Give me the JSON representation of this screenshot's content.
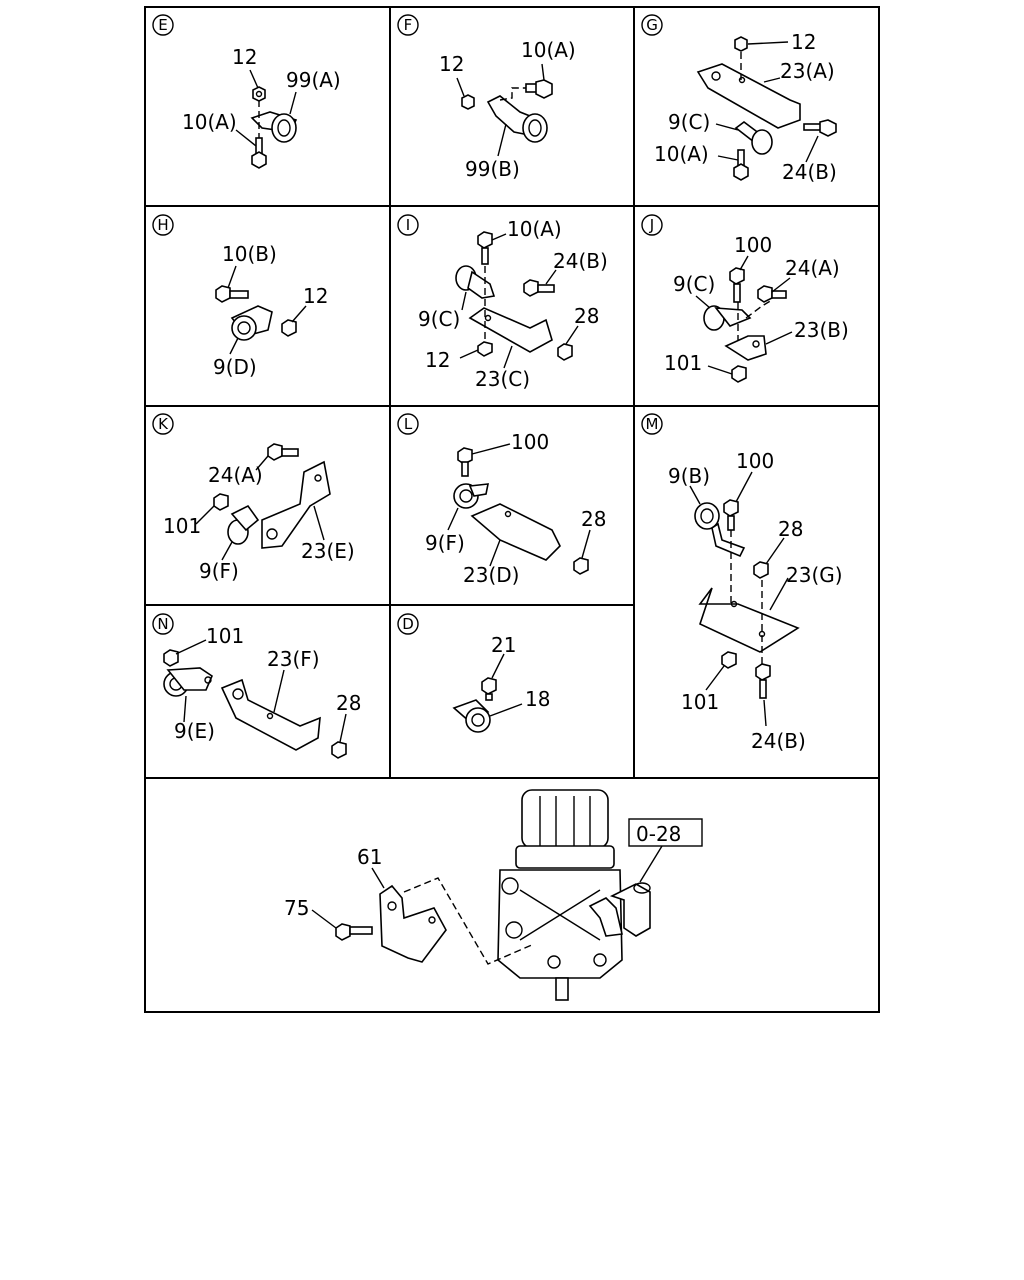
{
  "panels": [
    {
      "id": "E",
      "labels": [
        "12",
        "99(A)",
        "10(A)"
      ]
    },
    {
      "id": "F",
      "labels": [
        "12",
        "10(A)",
        "99(B)"
      ]
    },
    {
      "id": "G",
      "labels": [
        "12",
        "23(A)",
        "9(C)",
        "10(A)",
        "24(B)"
      ]
    },
    {
      "id": "H",
      "labels": [
        "10(B)",
        "12",
        "9(D)"
      ]
    },
    {
      "id": "I",
      "labels": [
        "10(A)",
        "24(B)",
        "9(C)",
        "28",
        "12",
        "23(C)"
      ]
    },
    {
      "id": "J",
      "labels": [
        "100",
        "24(A)",
        "9(C)",
        "23(B)",
        "101"
      ]
    },
    {
      "id": "K",
      "labels": [
        "24(A)",
        "101",
        "9(F)",
        "23(E)"
      ]
    },
    {
      "id": "L",
      "labels": [
        "100",
        "28",
        "9(F)",
        "23(D)"
      ]
    },
    {
      "id": "M",
      "labels": [
        "9(B)",
        "100",
        "28",
        "23(G)",
        "101",
        "24(B)"
      ]
    },
    {
      "id": "N",
      "labels": [
        "101",
        "23(F)",
        "28",
        "9(E)"
      ]
    },
    {
      "id": "D",
      "labels": [
        "21",
        "18"
      ]
    }
  ],
  "bottom": {
    "labels": [
      "61",
      "75"
    ],
    "reference_box": "0-28"
  }
}
